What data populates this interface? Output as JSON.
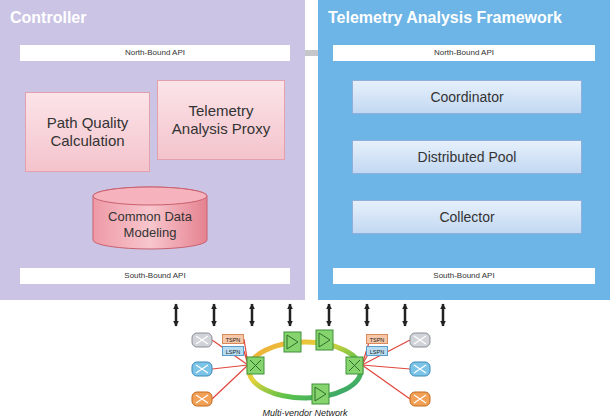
{
  "diagram": {
    "nodes": [
      {
        "text": [
          "Controller"
        ]
      },
      {
        "text": [
          "North-Bound API"
        ],
        "in": 0
      },
      {
        "text": [
          "Path Quality Calculation"
        ],
        "in": 0
      },
      {
        "text": [
          "Telemetry Analysis Proxy"
        ],
        "in": 0
      },
      {
        "text": [
          "Common Data Modeling"
        ],
        "in": 0
      },
      {
        "text": [
          "South-Bound API"
        ],
        "in": 0
      },
      {
        "text": [
          "Telemetry Analysis Framework"
        ]
      },
      {
        "text": [
          "North-Bound API"
        ],
        "in": 6
      },
      {
        "text": [
          "Coordinator"
        ],
        "in": 6
      },
      {
        "text": [
          "Distributed Pool"
        ],
        "in": 6
      },
      {
        "text": [
          "Collector"
        ],
        "in": 6
      },
      {
        "text": [
          "South-Bound API"
        ],
        "in": 6
      }
    ],
    "edges": [
      {
        "from": 1,
        "to": 2,
        "arrow": "both"
      },
      {
        "from": 1,
        "to": 3,
        "arrow": "both"
      },
      {
        "from": 2,
        "to": 4,
        "arrow": "both"
      },
      {
        "from": 3,
        "to": 4,
        "arrow": "both"
      },
      {
        "from": 4,
        "to": 5,
        "arrow": "both"
      },
      {
        "from": 1,
        "to": 7,
        "arrow": "to"
      },
      {
        "from": 7,
        "to": 8,
        "arrow": "both"
      },
      {
        "from": 8,
        "to": 9,
        "arrow": "both"
      },
      {
        "from": 9,
        "to": 10,
        "arrow": "both"
      },
      {
        "from": 10,
        "to": 11,
        "arrow": "both"
      }
    ],
    "labels": [
      "TSPN",
      "LSPN",
      "TSPN",
      "LSPN",
      "Multi-vendor Network"
    ]
  }
}
